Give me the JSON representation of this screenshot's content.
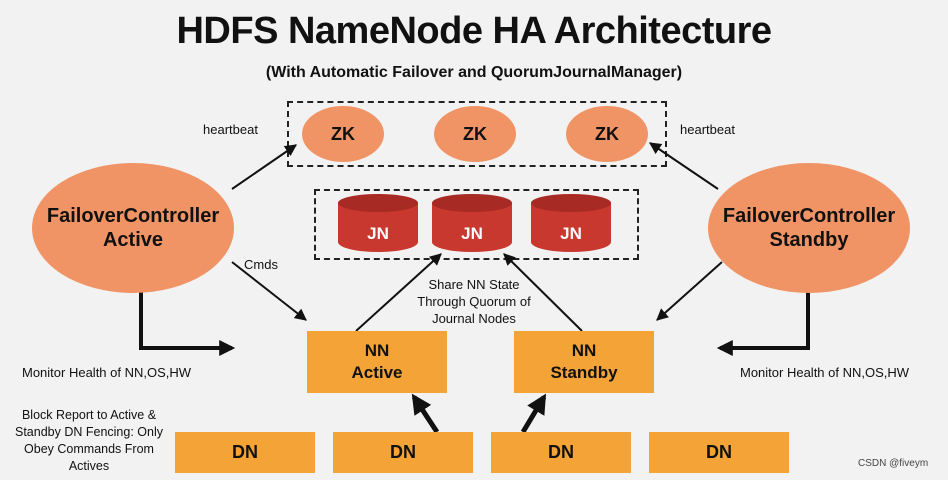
{
  "title": "HDFS NameNode HA Architecture",
  "subtitle": "(With Automatic Failover and QuorumJournalManager)",
  "zookeeper": [
    "ZK",
    "ZK",
    "ZK"
  ],
  "journal_nodes": [
    "JN",
    "JN",
    "JN"
  ],
  "failover_active": {
    "line1": "FailoverController",
    "line2": "Active"
  },
  "failover_standby": {
    "line1": "FailoverController",
    "line2": "Standby"
  },
  "namenode_active": {
    "line1": "NN",
    "line2": "Active"
  },
  "namenode_standby": {
    "line1": "NN",
    "line2": "Standby"
  },
  "datanodes": [
    "DN",
    "DN",
    "DN",
    "DN"
  ],
  "labels": {
    "heartbeat_left": "heartbeat",
    "heartbeat_right": "heartbeat",
    "cmds": "Cmds",
    "share_state_1": "Share NN State",
    "share_state_2": "Through Quorum of",
    "share_state_3": "Journal Nodes",
    "monitor_left": "Monitor Health of NN,OS,HW",
    "monitor_right": "Monitor Health of NN,OS,HW",
    "block_report_1": "Block Report to Active &",
    "block_report_2": "Standby DN Fencing: Only",
    "block_report_3": "Obey Commands From",
    "block_report_4": "Actives"
  },
  "watermark": "CSDN @fiveym",
  "colors": {
    "background": "#f2f2f2",
    "ellipse_orange": "#f09466",
    "box_orange": "#f4a336",
    "journal_red": "#c8382f"
  }
}
